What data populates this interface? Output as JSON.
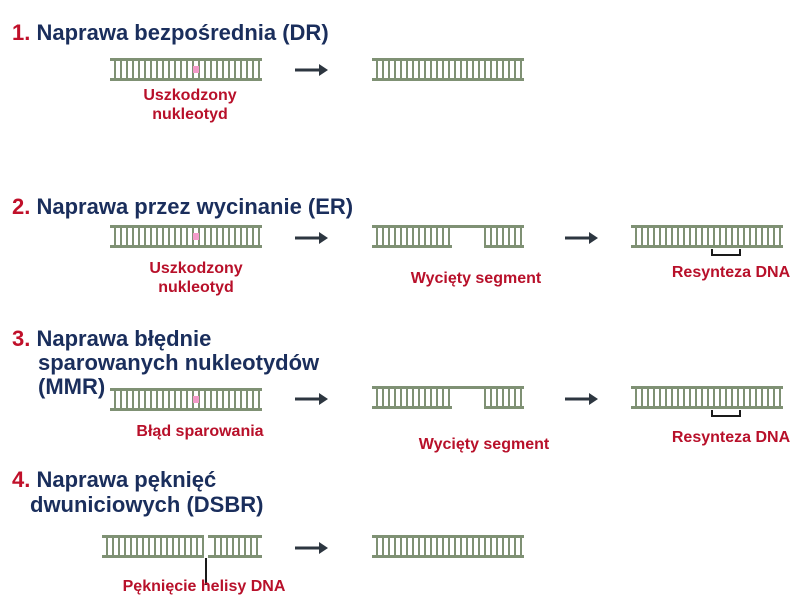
{
  "sections": [
    {
      "num": "1.",
      "title_lines": [
        "Naprawa bezpośrednia (DR)"
      ],
      "labels": [
        "Uszkodzony",
        "nukleotyd"
      ]
    },
    {
      "num": "2.",
      "title_lines": [
        "Naprawa przez wycinanie (ER)"
      ],
      "labels": [
        "Uszkodzony",
        "nukleotyd"
      ],
      "excised_label": "Wycięty segment",
      "resynth_label": "Resynteza DNA"
    },
    {
      "num": "3.",
      "title_lines": [
        "Naprawa błędnie",
        "sparowanych nukleotydów",
        "(MMR)"
      ],
      "labels": [
        "Błąd sparowania"
      ],
      "excised_label": "Wycięty segment",
      "resynth_label": "Resynteza DNA"
    },
    {
      "num": "4.",
      "title_lines": [
        "Naprawa pęknięć",
        "dwuniciowych (DSBR)"
      ],
      "labels": [
        "Pęknięcie helisy DNA"
      ]
    }
  ],
  "colors": {
    "number": "#c0102a",
    "title": "#1a2e5c",
    "label": "#b8102a",
    "strand": "#7f9174",
    "damage": "#f29ac8",
    "arrow": "#2d3640"
  }
}
